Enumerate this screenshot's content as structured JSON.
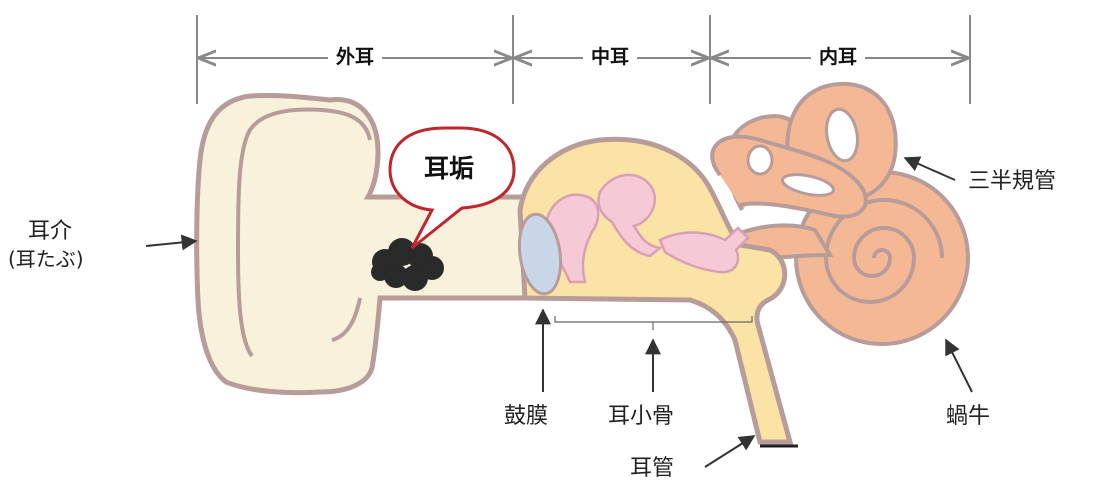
{
  "sections": {
    "outer": "外耳",
    "middle": "中耳",
    "inner": "内耳"
  },
  "callout": "耳垢",
  "labels": {
    "pinna": "耳介",
    "pinna_sub": "(耳たぶ)",
    "semicircular": "三半規管",
    "eardrum": "鼓膜",
    "ossicles": "耳小骨",
    "cochlea": "蝸牛",
    "ear_canal": "耳管"
  },
  "colors": {
    "outline": "#b79c9a",
    "outer_fill": "#f8f1dc",
    "middle_fill": "#fbe3a6",
    "ossicle_fill": "#f6c9d7",
    "inner_fill": "#f4b895",
    "eardrum_fill": "#c9d6e8",
    "earwax": "#2a2a2a",
    "callout_border": "#c0262d",
    "dimension_line": "#888888"
  }
}
